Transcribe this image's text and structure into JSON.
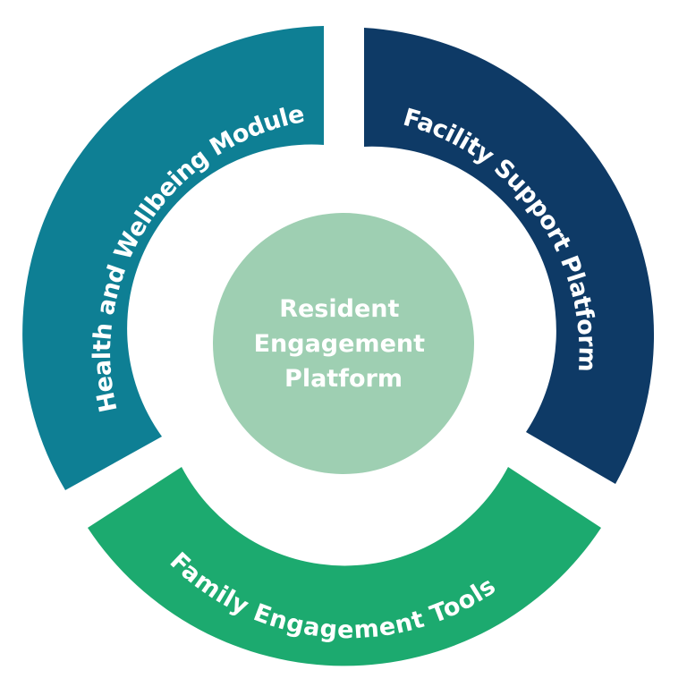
{
  "diagram": {
    "center": {
      "lines": [
        "Resident",
        "Engagement",
        "Platform"
      ],
      "color": "#9ecfb2"
    },
    "segments": [
      {
        "key": "health",
        "label": "Health and Wellbeing Module",
        "color": "#0e7f94"
      },
      {
        "key": "facility",
        "label": "Facility Support Platform",
        "color": "#0e3a66"
      },
      {
        "key": "family",
        "label": "Family Engagement Tools",
        "color": "#1caa6f"
      }
    ]
  }
}
